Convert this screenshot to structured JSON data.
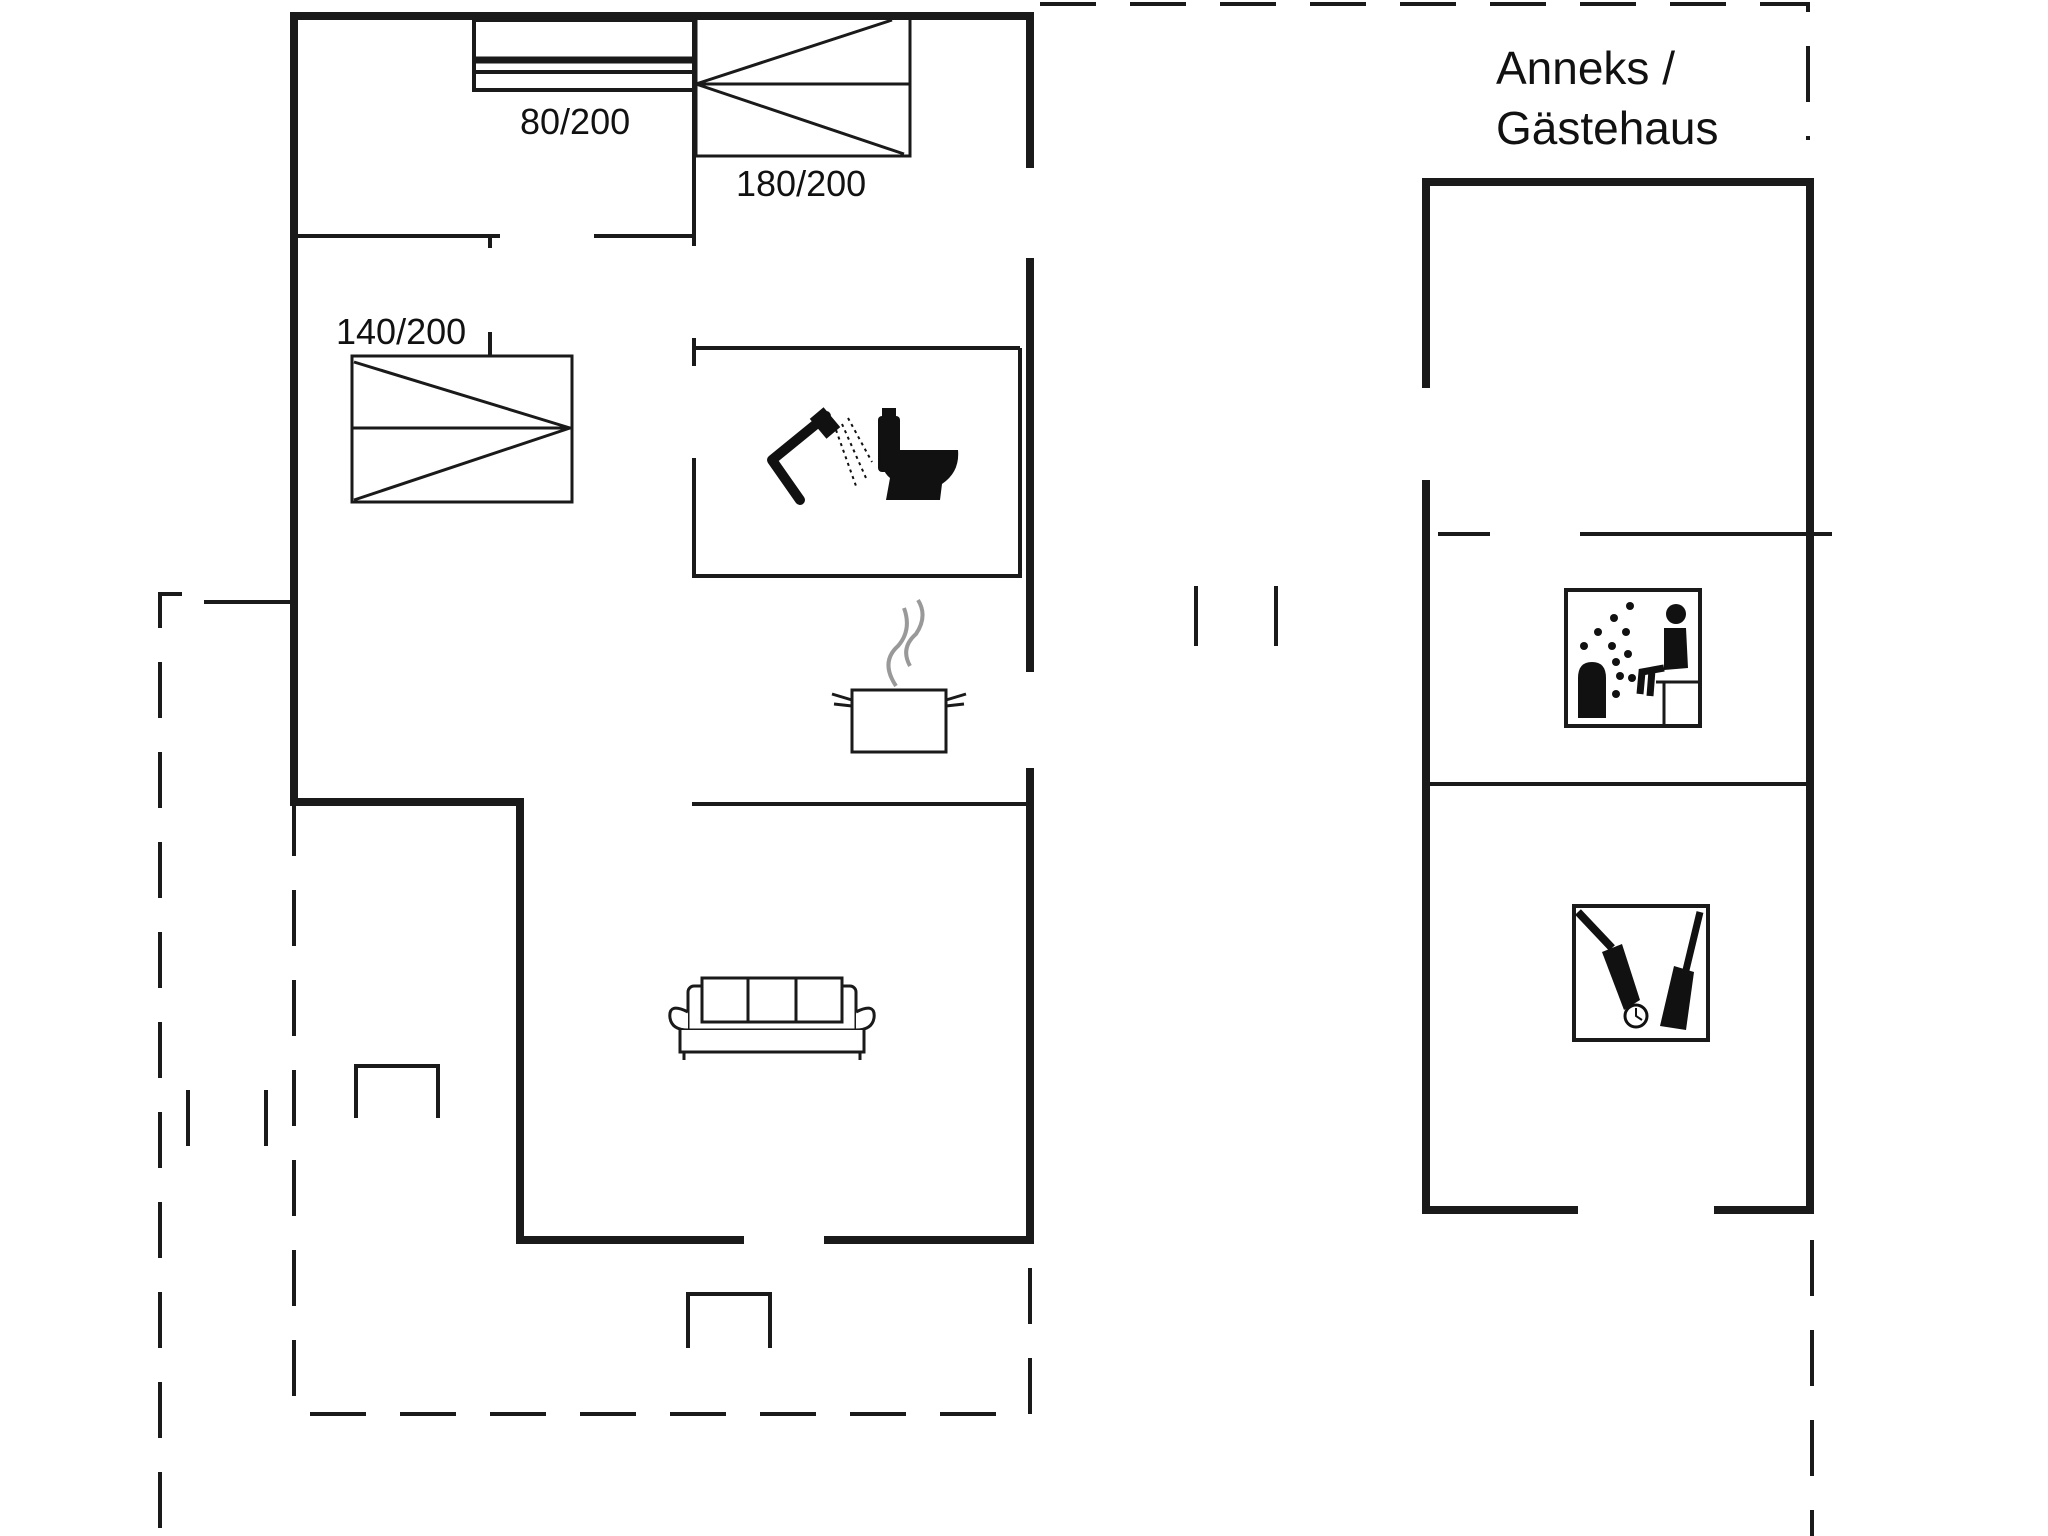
{
  "floorplan": {
    "annex_label": {
      "line1": "Anneks /",
      "line2": "Gästehaus"
    },
    "bed_labels": {
      "single": "80/200",
      "double_top": "180/200",
      "double_left": "140/200"
    },
    "icons": [
      "shower-icon",
      "toilet-icon",
      "cooking-pot-icon",
      "sofa-icon",
      "sauna-icon",
      "utility-room-icon"
    ],
    "colors": {
      "wall": "#1a1a1a",
      "background": "#ffffff"
    }
  }
}
